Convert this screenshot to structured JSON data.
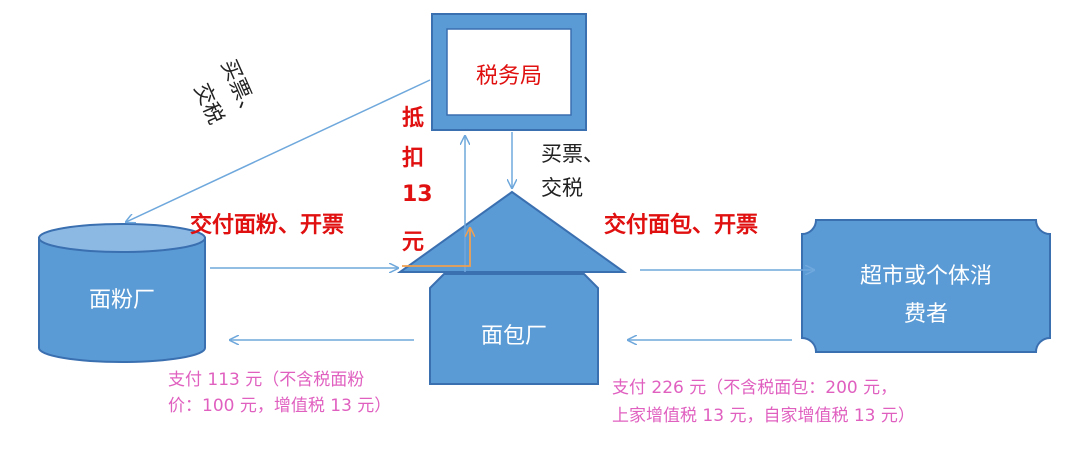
{
  "colors": {
    "shape_fill": "#5b9bd5",
    "shape_stroke": "#3a6fb0",
    "arrow": "#6fa8dc",
    "red_text": "#e01010",
    "pink_text": "#e060c0",
    "orange_arrow": "#f0a050"
  },
  "nodes": {
    "tax_bureau": "税务局",
    "flour_mill": "面粉厂",
    "bakery": "面包厂",
    "consumer_line1": "超市或个体消",
    "consumer_line2": "费者"
  },
  "labels": {
    "deliver_flour": "交付面粉、开票",
    "deliver_bread": "交付面包、开票",
    "deduct": [
      "抵",
      "扣",
      "13",
      "元"
    ],
    "buy_ticket_flour_line1": "买票、",
    "buy_ticket_flour_line2": "交税",
    "buy_ticket_bakery_line1": "买票、",
    "buy_ticket_bakery_line2": "交税",
    "pay_flour_line1": "支付 113 元（不含税面粉",
    "pay_flour_line2": "价：100 元，增值税 13 元）",
    "pay_bread_line1": "支付 226 元（不含税面包：200 元，",
    "pay_bread_line2": "上家增值税 13 元，自家增值税 13 元）"
  }
}
